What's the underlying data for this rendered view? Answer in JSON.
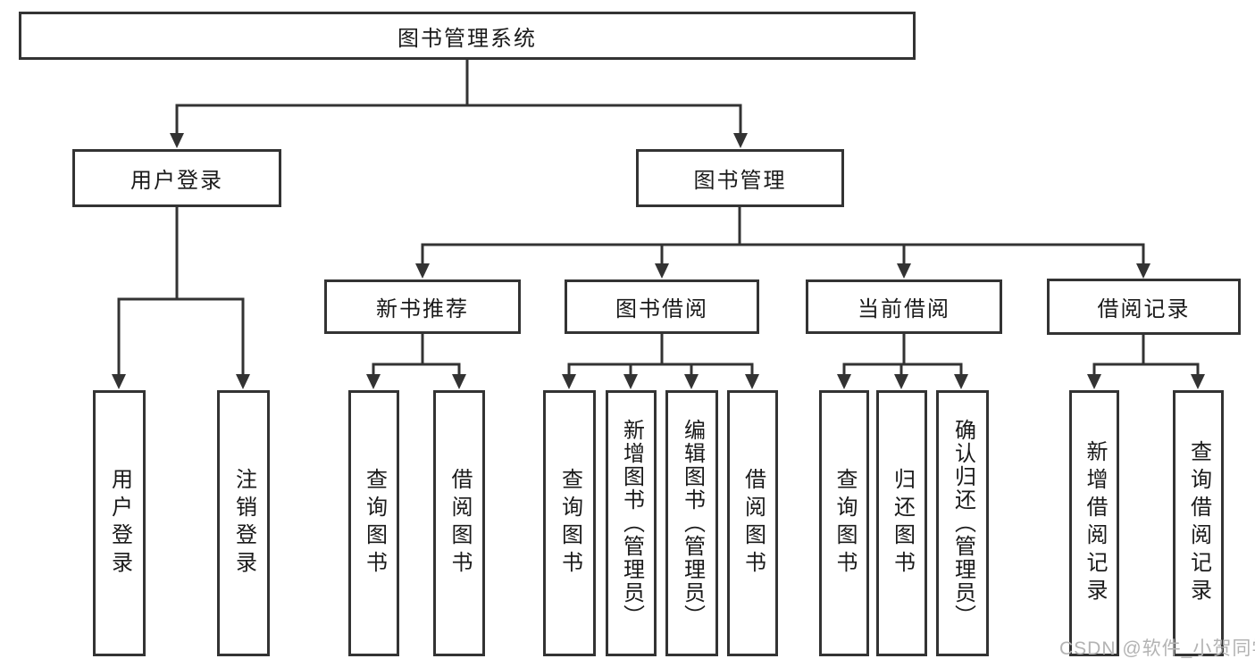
{
  "diagram": {
    "title_node": {
      "label": "图书管理系统"
    },
    "level2": [
      {
        "label": "用户登录"
      },
      {
        "label": "图书管理"
      }
    ],
    "level3": [
      {
        "label": "新书推荐"
      },
      {
        "label": "图书借阅"
      },
      {
        "label": "当前借阅"
      },
      {
        "label": "借阅记录"
      }
    ],
    "leaves": {
      "user_login": [
        {
          "label": "用户登录"
        },
        {
          "label": "注销登录"
        }
      ],
      "new_book_recommendation": [
        {
          "label": "查询图书"
        },
        {
          "label": "借阅图书"
        }
      ],
      "book_borrowing": [
        {
          "label": "查询图书"
        },
        {
          "label": "新增图书（管理员）"
        },
        {
          "label": "编辑图书（管理员）"
        },
        {
          "label": "借阅图书"
        }
      ],
      "current_borrowing": [
        {
          "label": "查询图书"
        },
        {
          "label": "归还图书"
        },
        {
          "label": "确认归还（管理员）"
        }
      ],
      "borrowing_records": [
        {
          "label": "新增借阅记录"
        },
        {
          "label": "查询借阅记录"
        }
      ]
    },
    "colors": {
      "border": "#333333",
      "line": "#333333",
      "text": "#1a1a1a",
      "watermark": "#b3b3b3"
    }
  },
  "watermark": {
    "text": "CSDN @软件_小贺同学"
  }
}
